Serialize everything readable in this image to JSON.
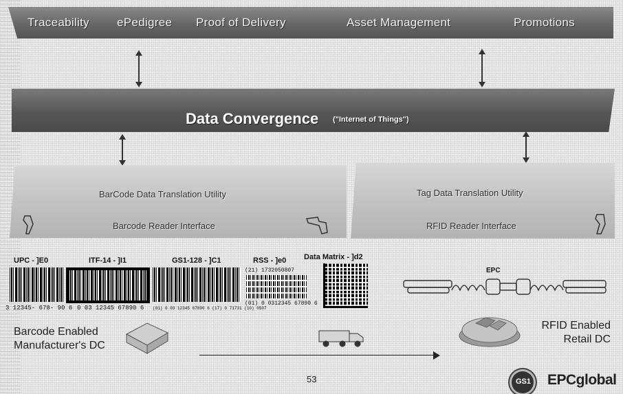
{
  "applications": {
    "items": [
      "Traceability",
      "ePedigree",
      "Proof of Delivery",
      "Asset Management",
      "Promotions"
    ]
  },
  "convergence": {
    "title": "Data Convergence",
    "subtitle": "(\"Internet of Things\")"
  },
  "barcode_system": {
    "translation": "BarCode Data Translation Utility",
    "reader": "Barcode Reader Interface"
  },
  "rfid_system": {
    "translation": "Tag Data Translation Utility",
    "reader": "RFID Reader Interface"
  },
  "symbologies": {
    "upc": {
      "title": "UPC - ]E0",
      "digits": "3  12345- 678- 90 6"
    },
    "itf14": {
      "title": "ITF-14 - ]I1",
      "digits": "0  03  12345  67890  6"
    },
    "gs1_128": {
      "title": "GS1-128 - ]C1",
      "digits": "(01) 0 03 12345 67890 6 (17) 0 71731 (10) 0507"
    },
    "rss": {
      "title": "RSS - ]e0",
      "line1": "(21) 1732050807",
      "line2": "(01) 0 0312345 67890 6"
    },
    "datamatrix": {
      "title": "Data Matrix - ]d2"
    },
    "epc": {
      "title": "EPC"
    }
  },
  "flow": {
    "source": "Barcode Enabled\nManufacturer's DC",
    "destination": "RFID Enabled\nRetail DC"
  },
  "footer": {
    "page_number": "53",
    "logo_gs1": "GS1",
    "logo_epc": "EPCglobal"
  }
}
